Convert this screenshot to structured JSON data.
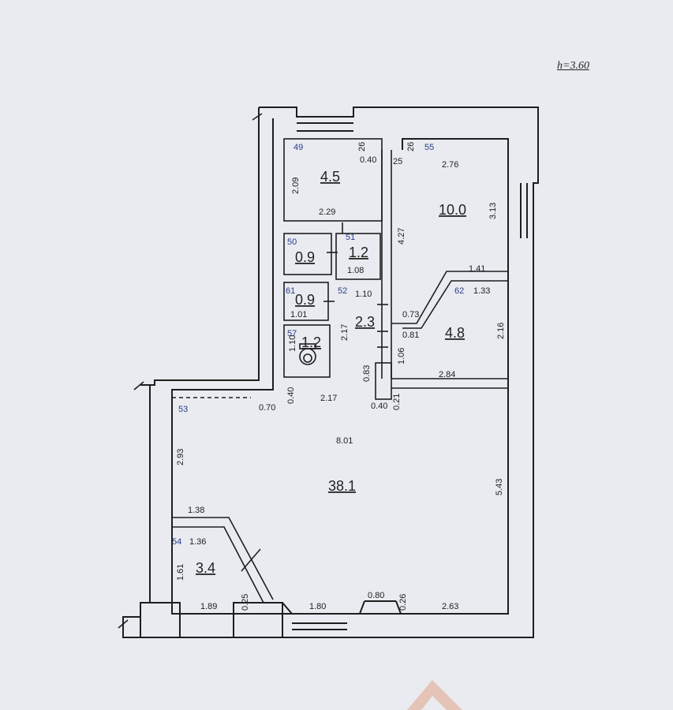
{
  "header": {
    "ceiling_height": "h=3.60"
  },
  "rooms": [
    {
      "id": "r49",
      "number": "49",
      "area": "4.5"
    },
    {
      "id": "r55",
      "number": "55",
      "area": "10.0"
    },
    {
      "id": "r50",
      "number": "50",
      "area": "0.9"
    },
    {
      "id": "r51",
      "number": "51",
      "area": "1.2"
    },
    {
      "id": "r61",
      "number": "61",
      "area": "0.9"
    },
    {
      "id": "r52",
      "number": "52",
      "area": "2.3"
    },
    {
      "id": "r57",
      "number": "57",
      "area": "1.2"
    },
    {
      "id": "r62",
      "number": "62",
      "area": "4.8"
    },
    {
      "id": "r53",
      "number": "53",
      "area": "38.1"
    },
    {
      "id": "r54",
      "number": "54",
      "area": "3.4"
    }
  ],
  "dimensions": [
    "2.09",
    "2.29",
    "0.40",
    "25",
    "26",
    "2.76",
    "3.13",
    "4.27",
    "1.08",
    "1.10",
    "1.01",
    "2.17",
    "1.10",
    "1.41",
    "1.33",
    "0.73",
    "0.81",
    "2.16",
    "1.06",
    "0.83",
    "2.84",
    "0.40",
    "0.21",
    "0.70",
    "0.40",
    "2.17",
    "8.01",
    "2.93",
    "5.43",
    "1.38",
    "1.36",
    "1.61",
    "1.89",
    "0.25",
    "1.80",
    "0.80",
    "0.26",
    "2.63",
    "26"
  ]
}
